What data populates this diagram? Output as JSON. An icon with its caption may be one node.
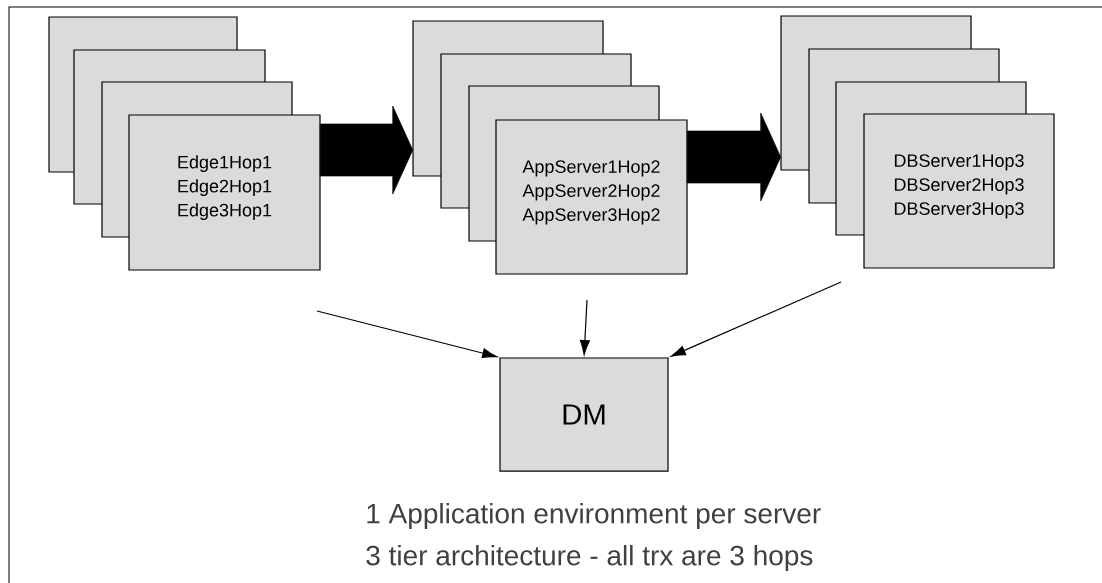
{
  "diagram": {
    "nodes": [
      {
        "text": [
          "Edge1Hop1",
          "Edge2Hop1",
          "Edge3Hop1"
        ]
      },
      {
        "text": [
          "AppServer1Hop2",
          "AppServer2Hop2",
          "AppServer3Hop2"
        ]
      },
      {
        "text": [
          "DBServer1Hop3",
          "DBServer2Hop3",
          "DBServer3Hop3"
        ]
      },
      {
        "text": [
          "DM"
        ]
      }
    ],
    "edges": [
      {
        "from": 0,
        "to": 1,
        "arrow": "to",
        "style": "thick"
      },
      {
        "from": 1,
        "to": 2,
        "arrow": "to",
        "style": "thick"
      },
      {
        "from": null,
        "to": 3,
        "arrow": "to"
      },
      {
        "from": null,
        "to": 3,
        "arrow": "to"
      },
      {
        "from": null,
        "to": 3,
        "arrow": "to"
      }
    ],
    "labels": [
      "1 Application environment per server",
      "3 tier architecture - all trx are 3 hops"
    ]
  }
}
